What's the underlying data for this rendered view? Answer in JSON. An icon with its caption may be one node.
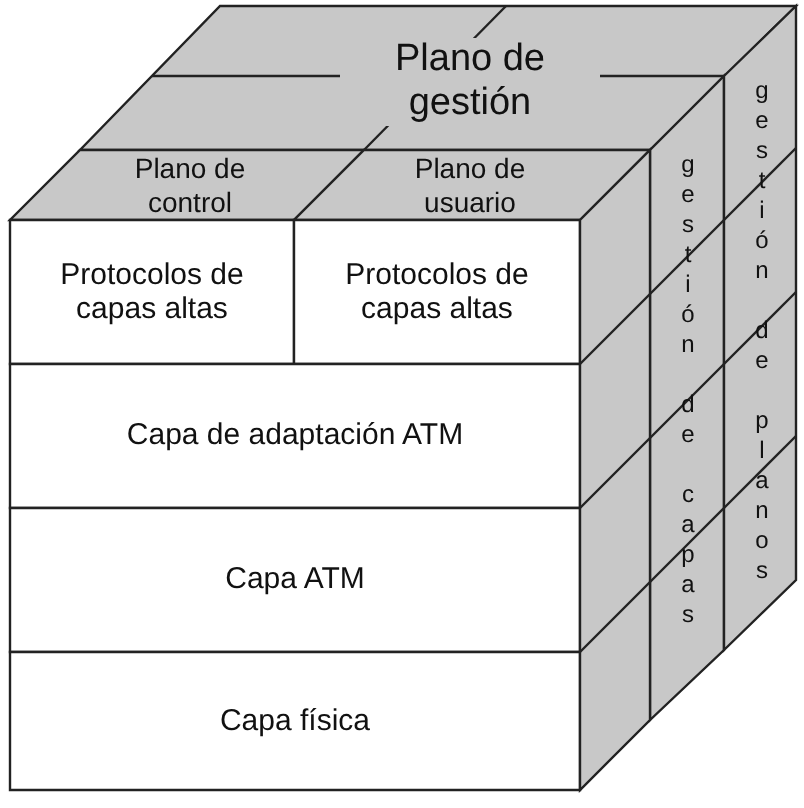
{
  "diagram": {
    "nodes": [
      {
        "text": [
          "Plano de gestión"
        ]
      },
      {
        "text": [
          "Plano de control"
        ]
      },
      {
        "text": [
          "Plano de usuario"
        ]
      },
      {
        "text": [
          "Protocolos de capas altas"
        ]
      },
      {
        "text": [
          "Protocolos de capas altas"
        ]
      },
      {
        "text": [
          "Capa de adaptación ATM"
        ]
      },
      {
        "text": [
          "Capa ATM"
        ]
      },
      {
        "text": [
          "Capa física"
        ]
      },
      {
        "text": [
          "gestión de capas"
        ]
      },
      {
        "text": [
          "gestión de planos"
        ]
      },
      {
        "text": [],
        "shape": "box"
      }
    ],
    "edges": []
  }
}
